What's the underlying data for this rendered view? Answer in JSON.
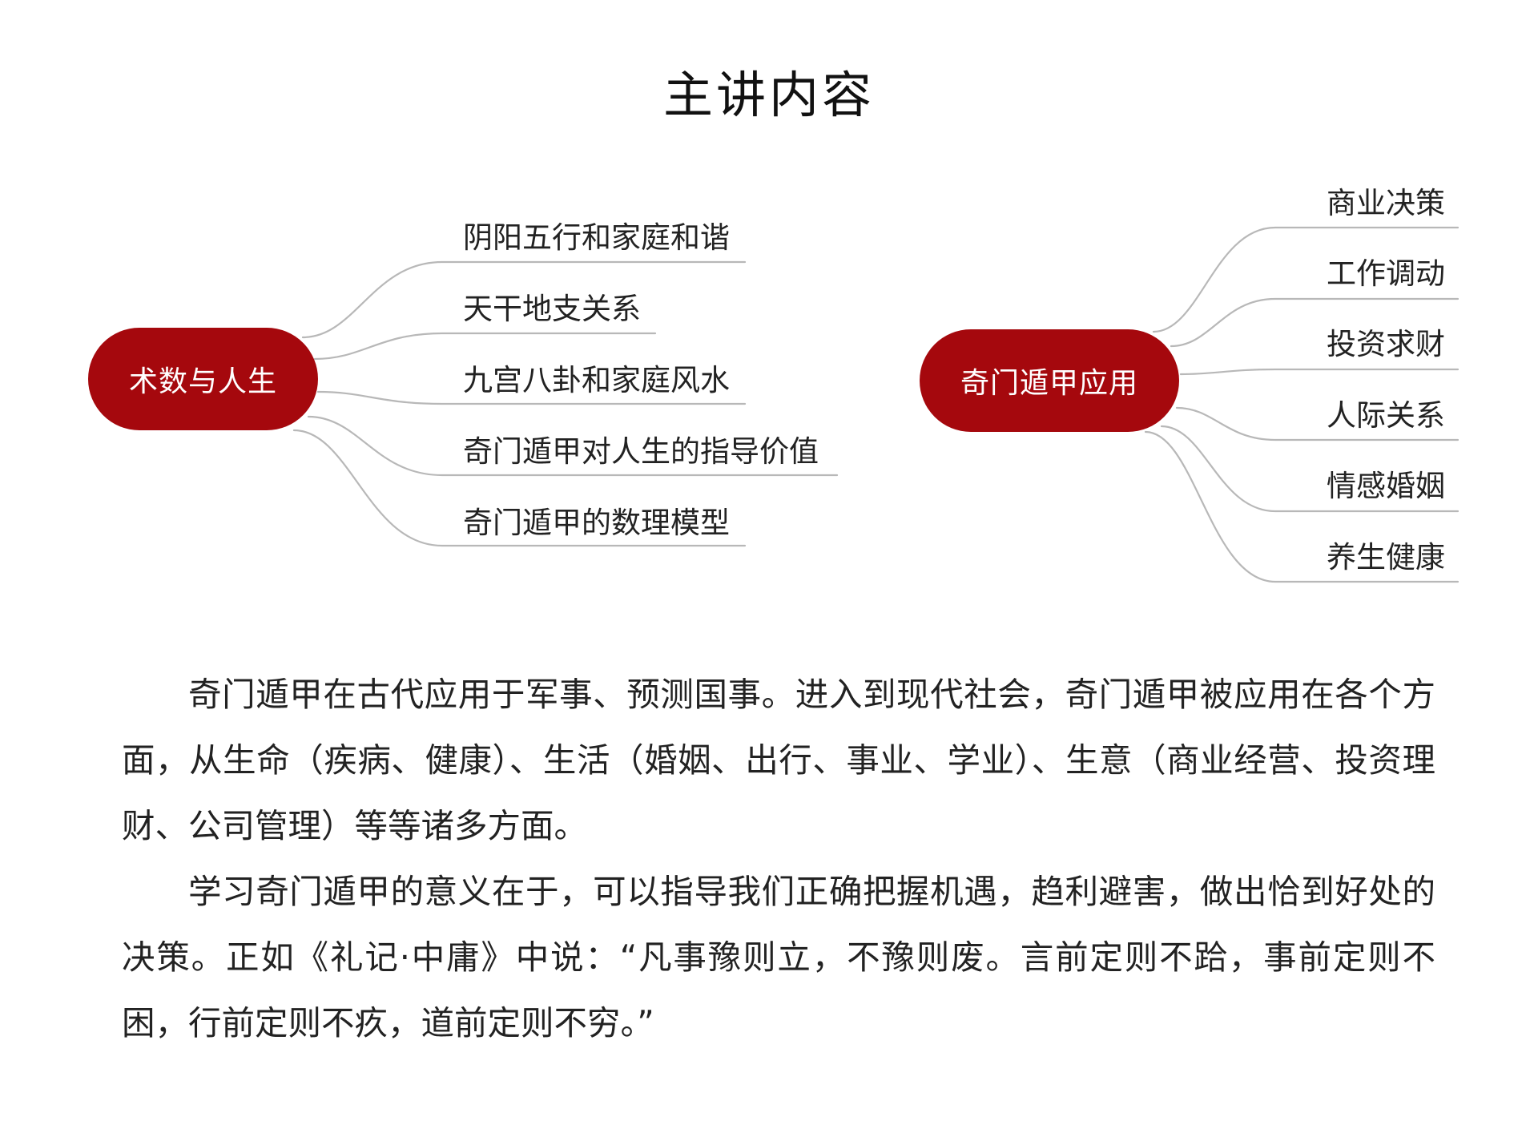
{
  "title": "主讲内容",
  "colors": {
    "hub_fill": "#a5080d",
    "line": "#b8b8b8",
    "text": "#222222"
  },
  "mindmaps": [
    {
      "hub": "术数与人生",
      "branches": [
        "阴阳五行和家庭和谐",
        "天干地支关系",
        "九宫八卦和家庭风水",
        "奇门遁甲对人生的指导价值",
        "奇门遁甲的数理模型"
      ]
    },
    {
      "hub": "奇门遁甲应用",
      "branches": [
        "商业决策",
        "工作调动",
        "投资求财",
        "人际关系",
        "情感婚姻",
        "养生健康"
      ]
    }
  ],
  "paragraphs": [
    "奇门遁甲在古代应用于军事、预测国事。进入到现代社会，奇门遁甲被应用在各个方面，从生命（疾病、健康）、生活（婚姻、出行、事业、学业）、生意（商业经营、投资理财、公司管理）等等诸多方面。",
    "学习奇门遁甲的意义在于，可以指导我们正确把握机遇，趋利避害，做出恰到好处的决策。正如《礼记·中庸》中说：“凡事豫则立，不豫则废。言前定则不跲，事前定则不困，行前定则不疚，道前定则不穷。”"
  ]
}
